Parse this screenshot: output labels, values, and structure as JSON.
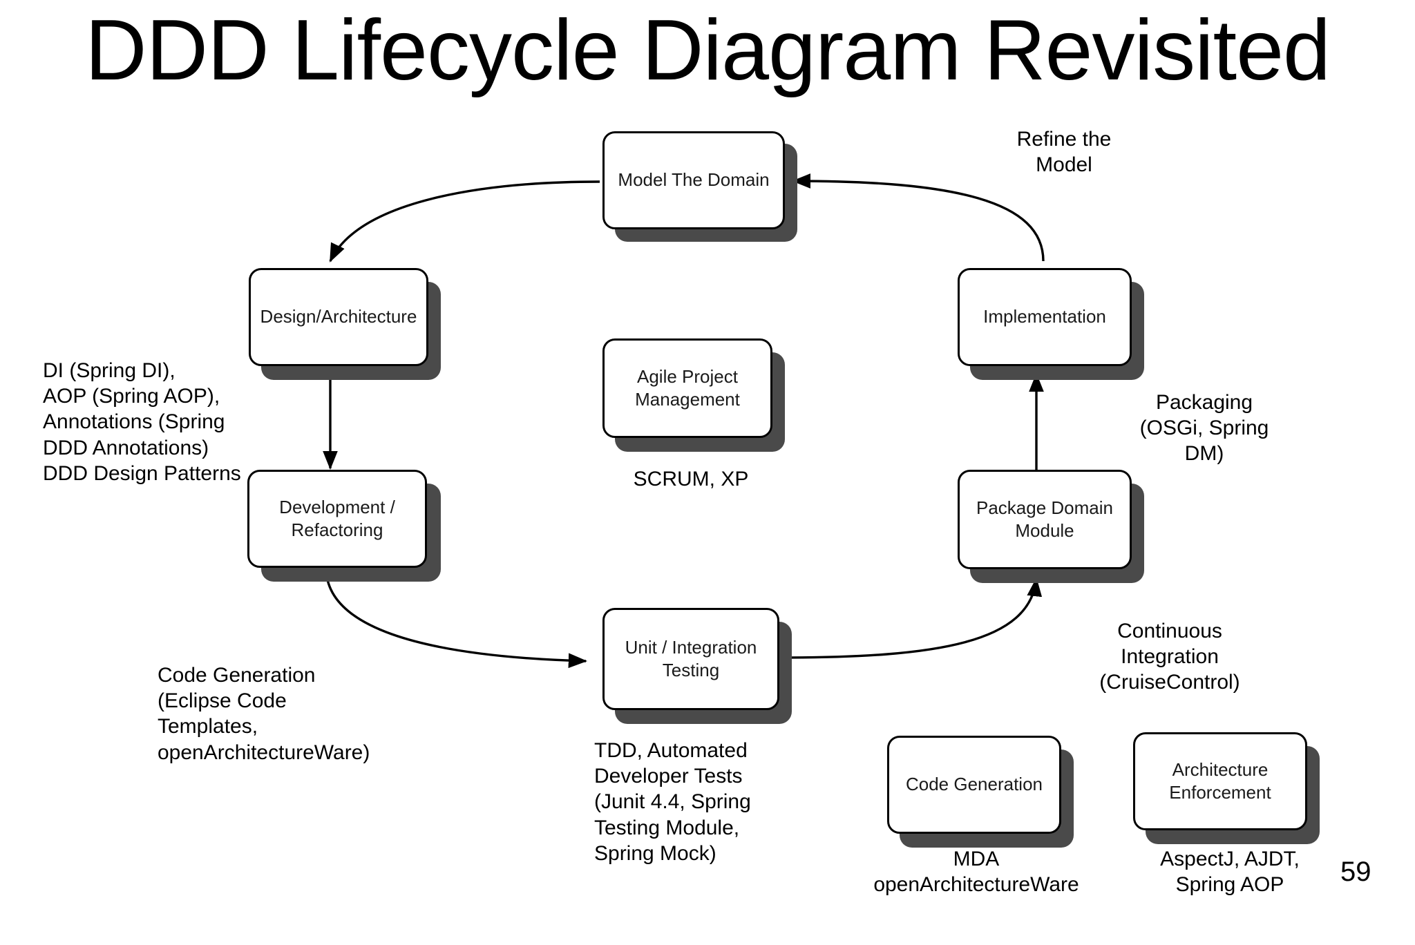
{
  "slide": {
    "title": "DDD Lifecycle Diagram Revisited",
    "page_number": "59"
  },
  "nodes": {
    "model_the_domain": "Model The Domain",
    "design_architecture": "Design/Architecture",
    "development_refactoring": "Development /\nRefactoring",
    "unit_integration_testing": "Unit / Integration\nTesting",
    "package_domain_module": "Package Domain\nModule",
    "implementation": "Implementation",
    "agile_project_management": "Agile Project\nManagement",
    "code_generation": "Code Generation",
    "architecture_enforcement": "Architecture\nEnforcement"
  },
  "notes": {
    "refine_the_model": "Refine the\nModel",
    "design_tech": "DI (Spring DI),\nAOP (Spring AOP),\nAnnotations (Spring\nDDD Annotations)\nDDD Design Patterns",
    "code_generation_tech": "Code Generation\n(Eclipse Code\nTemplates,\nopenArchitectureWare)",
    "testing_tech": "TDD, Automated\nDeveloper Tests\n(Junit 4.4, Spring\nTesting Module,\nSpring Mock)",
    "agile_tech": "SCRUM, XP",
    "packaging_tech": "Packaging\n(OSGi, Spring\nDM)",
    "continuous_integration_tech": "Continuous\nIntegration\n(CruiseControl)",
    "code_generation_tools": "MDA\nopenArchitectureWare",
    "architecture_enforcement_tools": "AspectJ, AJDT,\nSpring AOP"
  },
  "connections": [
    {
      "name": "model-to-design",
      "from": "model_the_domain",
      "to": "design_architecture",
      "label": ""
    },
    {
      "name": "design-to-development",
      "from": "design_architecture",
      "to": "development_refactoring",
      "label": ""
    },
    {
      "name": "development-to-testing",
      "from": "development_refactoring",
      "to": "unit_integration_testing",
      "label": ""
    },
    {
      "name": "testing-to-package",
      "from": "unit_integration_testing",
      "to": "package_domain_module",
      "label": ""
    },
    {
      "name": "package-to-implementation",
      "from": "package_domain_module",
      "to": "implementation",
      "label": ""
    },
    {
      "name": "implementation-to-model",
      "from": "implementation",
      "to": "model_the_domain",
      "label": "Refine the Model"
    }
  ],
  "colors": {
    "box_fill": "#ffffff",
    "box_stroke": "#000000",
    "shadow": "#4a4a4a",
    "text": "#000000"
  }
}
